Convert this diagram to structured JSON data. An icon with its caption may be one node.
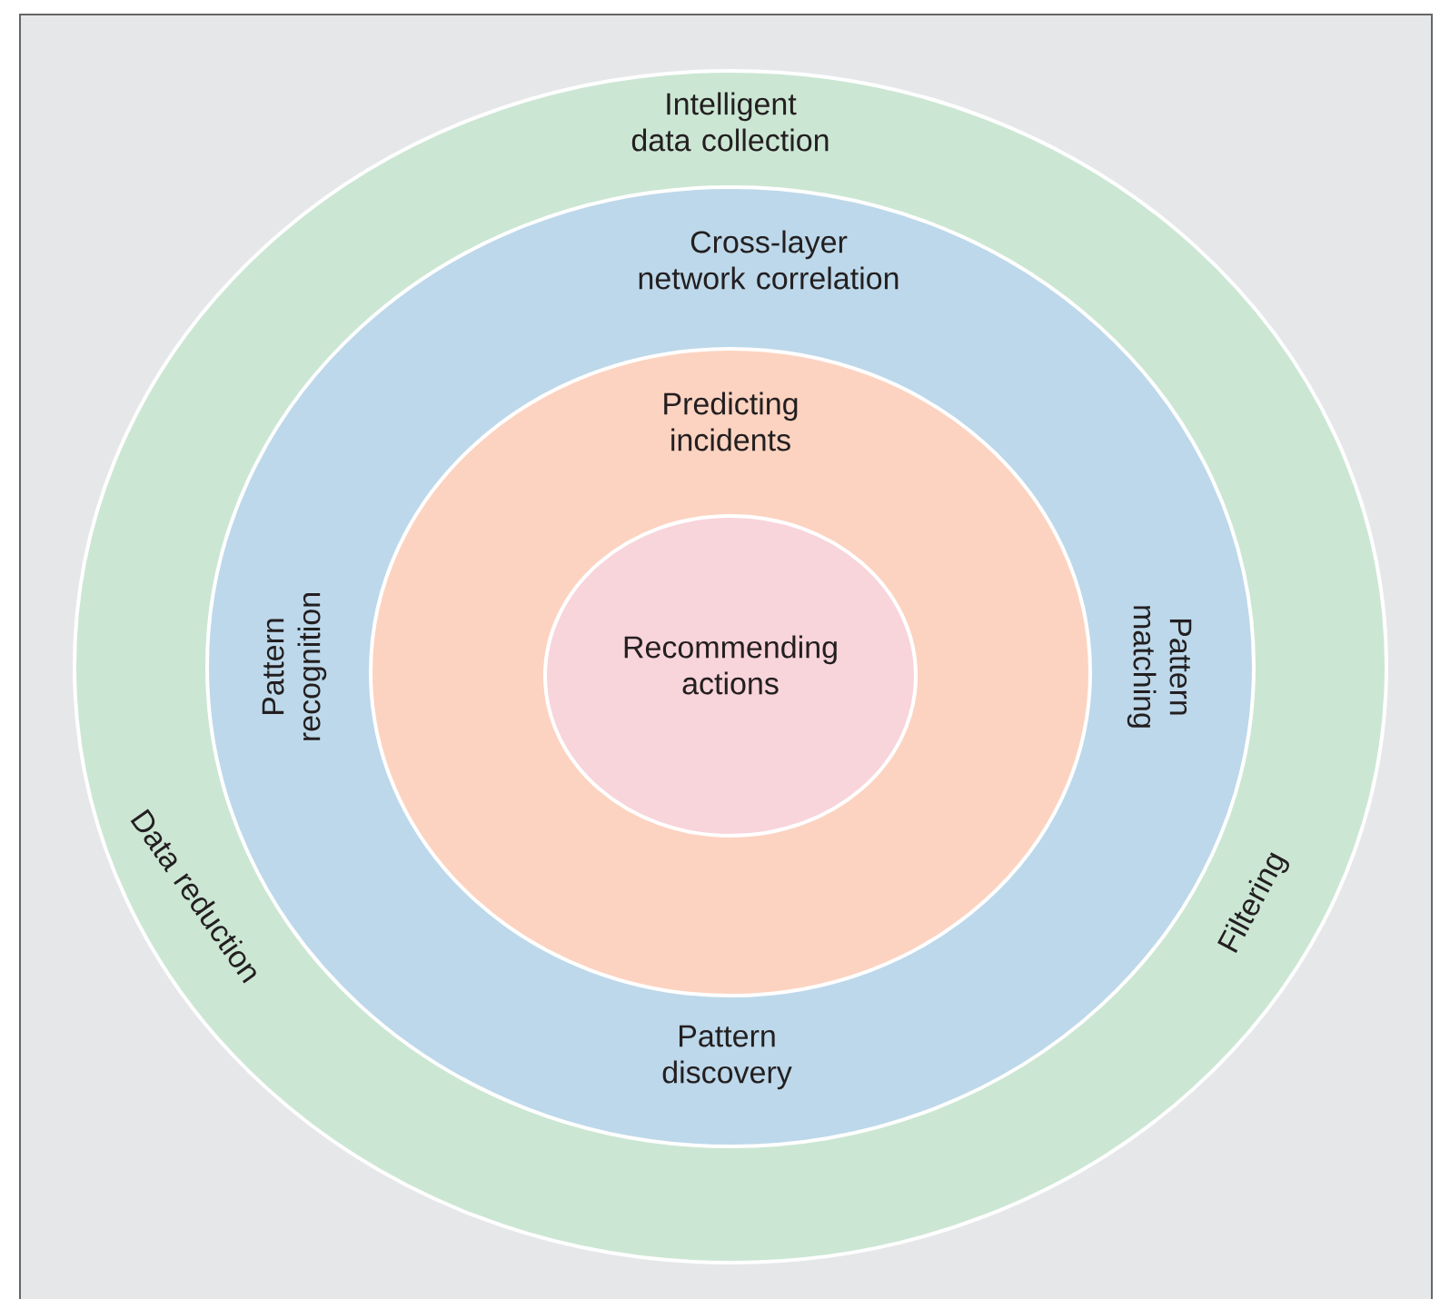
{
  "diagram": {
    "nodes": [
      {
        "text": [
          "Intelligent data collection",
          "Data reduction",
          "Filtering"
        ]
      },
      {
        "text": [
          "Cross-layer network correlation",
          "Pattern recognition",
          "Pattern matching",
          "Pattern discovery"
        ],
        "in": 0
      },
      {
        "text": [
          "Predicting incidents"
        ],
        "in": 1
      },
      {
        "text": [
          "Recommending actions"
        ],
        "in": 2
      }
    ]
  }
}
